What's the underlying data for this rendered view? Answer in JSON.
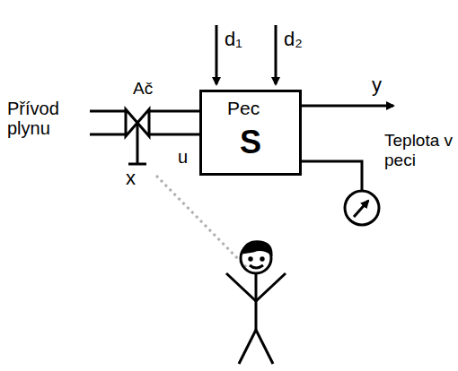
{
  "diagram": {
    "nodes": [
      {
        "text": [
          "Pec",
          "S"
        ]
      }
    ],
    "labels": [
      "Přívod plynu",
      "Ač",
      "x",
      "u",
      "d₁",
      "d₂",
      "y",
      "Teplota v peci"
    ]
  }
}
